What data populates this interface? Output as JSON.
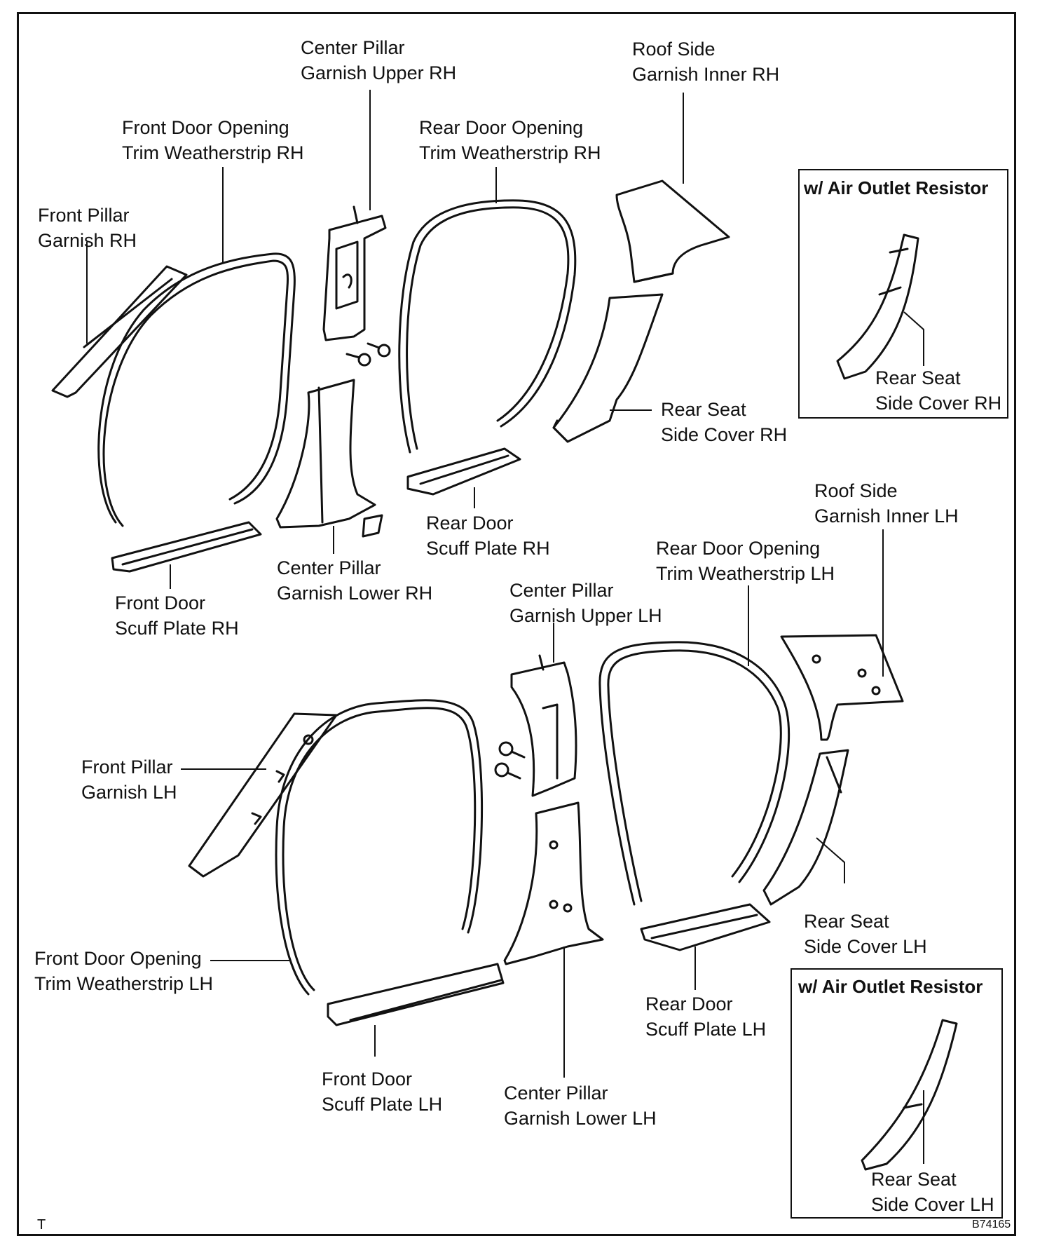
{
  "labels": {
    "center_pillar_upper_rh": [
      "Center Pillar",
      "Garnish Upper RH"
    ],
    "roof_side_inner_rh": [
      "Roof Side",
      "Garnish Inner RH"
    ],
    "front_door_opening_rh": [
      "Front Door Opening",
      "Trim Weatherstrip RH"
    ],
    "rear_door_opening_rh": [
      "Rear Door Opening",
      "Trim Weatherstrip RH"
    ],
    "front_pillar_rh": [
      "Front Pillar",
      "Garnish RH"
    ],
    "rear_seat_side_rh": [
      "Rear Seat",
      "Side Cover RH"
    ],
    "rear_door_scuff_rh": [
      "Rear Door",
      "Scuff Plate RH"
    ],
    "center_pillar_lower_rh": [
      "Center Pillar",
      "Garnish Lower RH"
    ],
    "front_door_scuff_rh": [
      "Front Door",
      "Scuff Plate RH"
    ],
    "roof_side_inner_lh": [
      "Roof Side",
      "Garnish Inner LH"
    ],
    "rear_door_opening_lh": [
      "Rear Door Opening",
      "Trim Weatherstrip LH"
    ],
    "center_pillar_upper_lh": [
      "Center Pillar",
      "Garnish Upper LH"
    ],
    "front_pillar_lh": [
      "Front Pillar",
      "Garnish LH"
    ],
    "rear_seat_side_lh": [
      "Rear Seat",
      "Side Cover LH"
    ],
    "front_door_opening_lh": [
      "Front Door Opening",
      "Trim Weatherstrip LH"
    ],
    "rear_door_scuff_lh": [
      "Rear Door",
      "Scuff Plate LH"
    ],
    "front_door_scuff_lh": [
      "Front Door",
      "Scuff Plate LH"
    ],
    "center_pillar_lower_lh": [
      "Center Pillar",
      "Garnish Lower LH"
    ]
  },
  "insets": {
    "rh": {
      "title": "w/ Air Outlet Resistor",
      "part": [
        "Rear Seat",
        "Side Cover RH"
      ]
    },
    "lh": {
      "title": "w/ Air Outlet Resistor",
      "part": [
        "Rear Seat",
        "Side Cover LH"
      ]
    }
  },
  "corner_mark": "T",
  "figure_code": "B74165"
}
